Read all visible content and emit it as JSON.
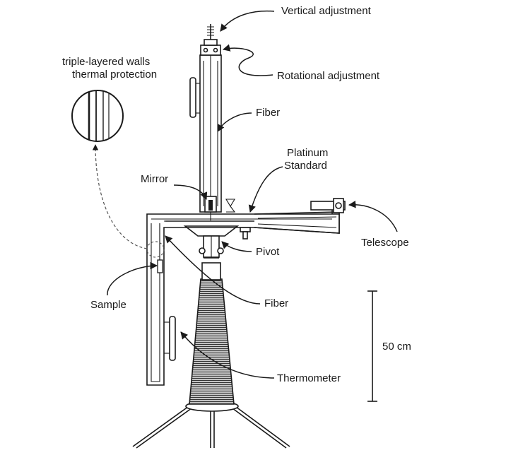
{
  "labels": {
    "vertical_adjustment": "Vertical adjustment",
    "rotational_adjustment": "Rotational adjustment",
    "fiber_top": "Fiber",
    "triple_walls_line1": "triple-layered walls",
    "triple_walls_line2": "thermal protection",
    "platinum_line1": "Platinum",
    "platinum_line2": "Standard",
    "mirror": "Mirror",
    "telescope": "Telescope",
    "pivot": "Pivot",
    "sample": "Sample",
    "fiber_bottom": "Fiber",
    "thermometer": "Thermometer",
    "scale": "50 cm"
  },
  "colors": {
    "ink": "#1a1a1a",
    "background": "#ffffff"
  }
}
